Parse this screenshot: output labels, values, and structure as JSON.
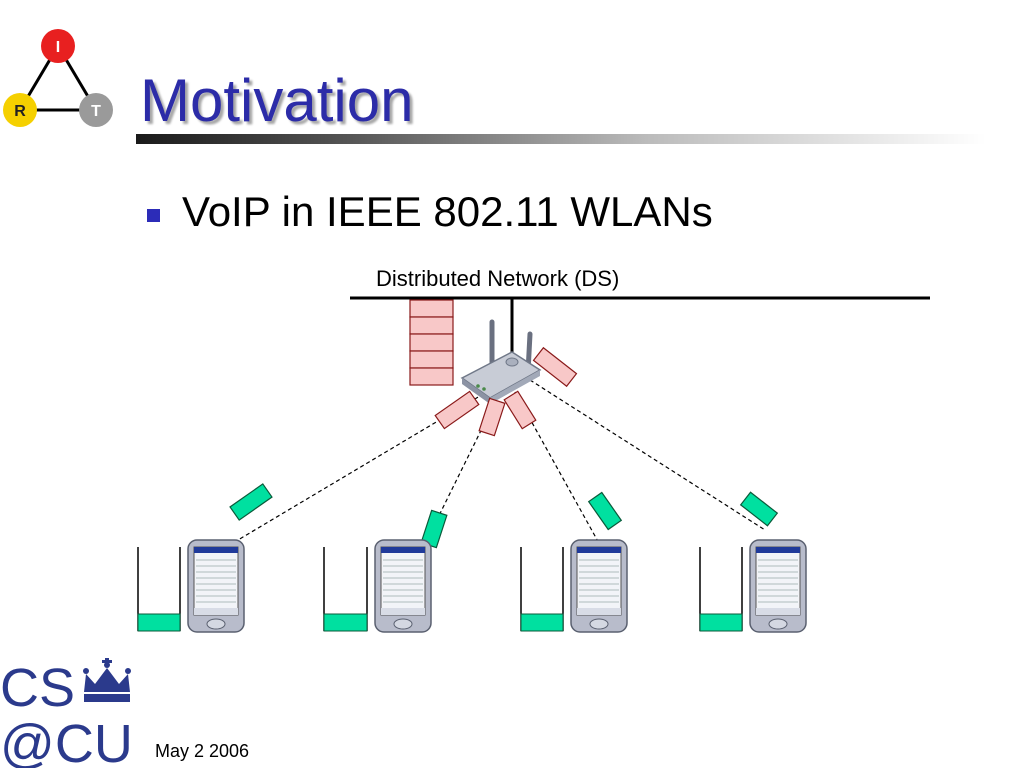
{
  "slide": {
    "title": "Motivation",
    "bullet": "VoIP in IEEE 802.11 WLANs",
    "footer_date": "May 2 2006"
  },
  "diagram": {
    "network_label": "Distributed Network (DS)",
    "stations": 4
  },
  "logos": {
    "irt_letters": [
      "I",
      "R",
      "T"
    ],
    "cu_text": [
      "CS",
      "@CU"
    ]
  },
  "colors": {
    "title": "#2c2ca8",
    "bullet": "#2c2cb8",
    "ap_packet": "#f8c8c8",
    "station_packet": "#00e0a0",
    "irt_i": "#e82020",
    "irt_r": "#f5d000",
    "irt_t": "#9a9a9a",
    "cu_logo": "#2b3a8c"
  },
  "icons": [
    "irt-logo-icon",
    "access-point-icon",
    "pda-icon",
    "cu-crown-icon"
  ]
}
